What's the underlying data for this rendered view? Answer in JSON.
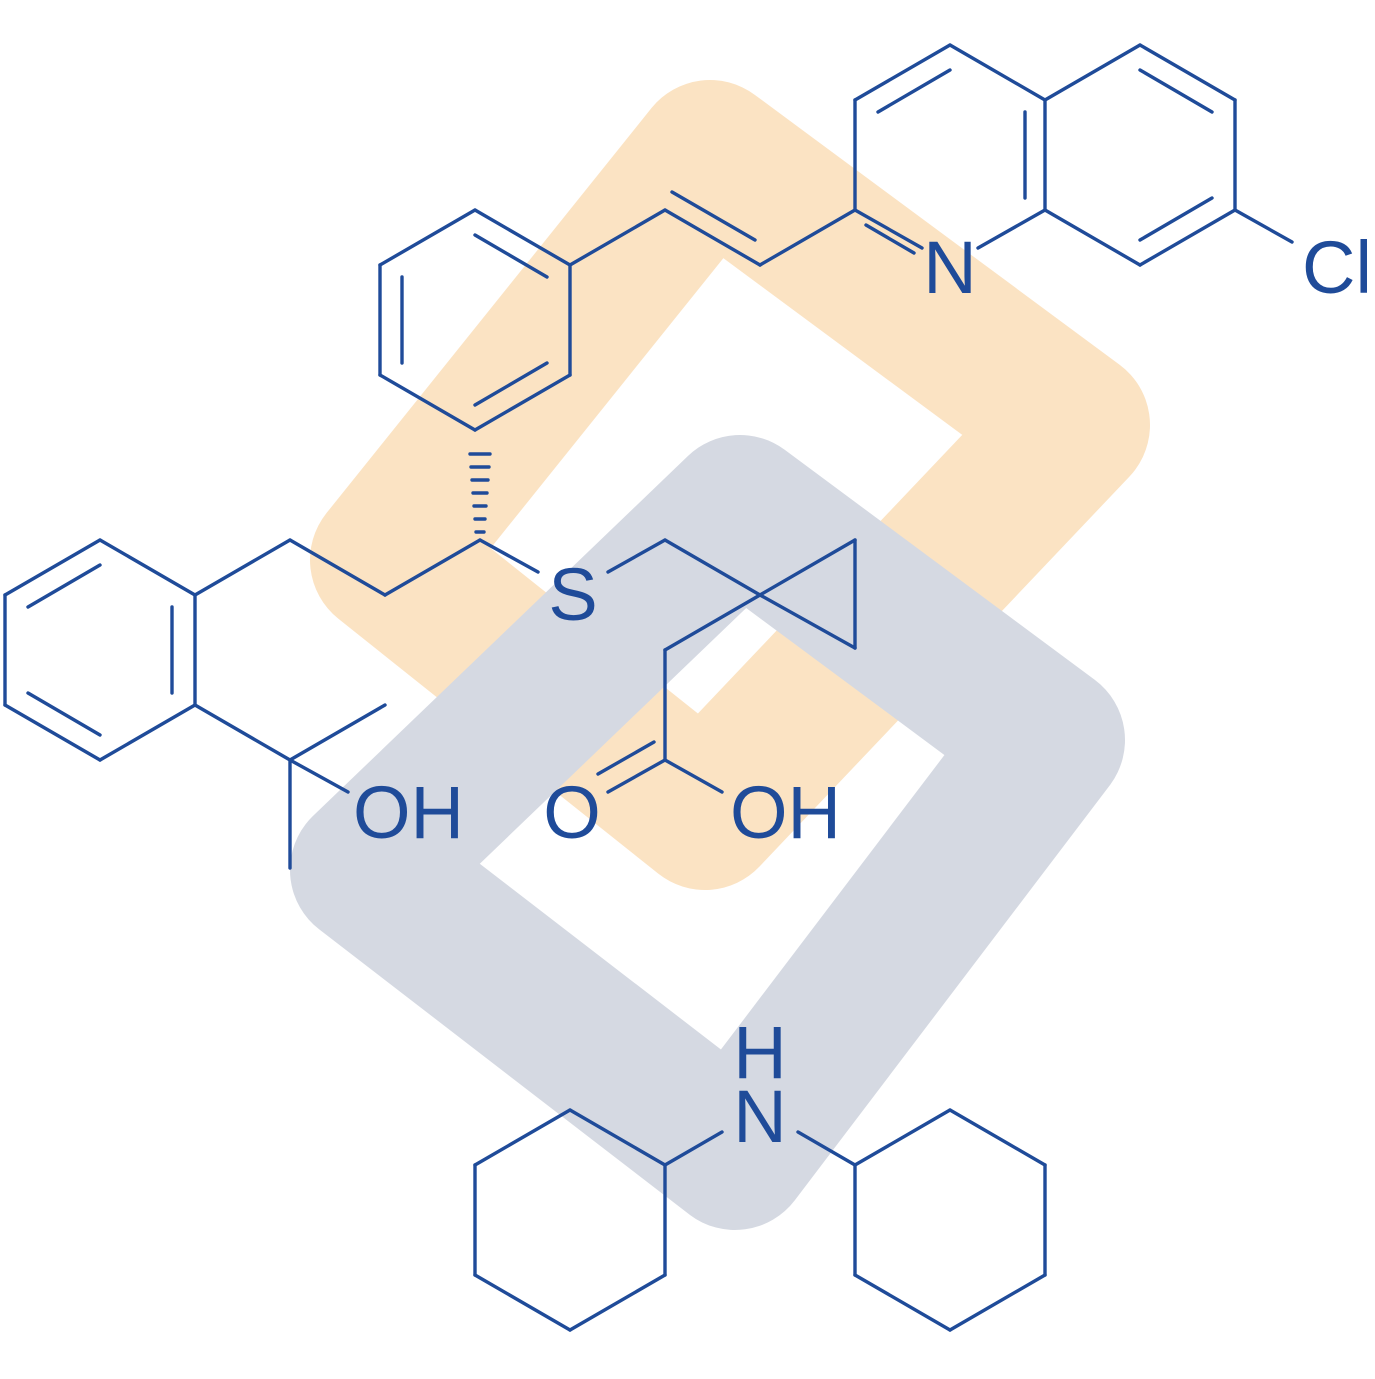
{
  "colors": {
    "bond": "#1f4b99",
    "watermark_orange": "#fbe3c3",
    "watermark_gray": "#d5d9e2",
    "background": "#ffffff"
  },
  "watermark": {
    "icon": "interlocking-diamonds-logo"
  },
  "atoms": {
    "n_quinoline": "N",
    "cl": "Cl",
    "s": "S",
    "oh_alcohol": "OH",
    "o_carbonyl": "O",
    "oh_acid": "OH",
    "h_amine": "H",
    "n_amine": "N"
  }
}
